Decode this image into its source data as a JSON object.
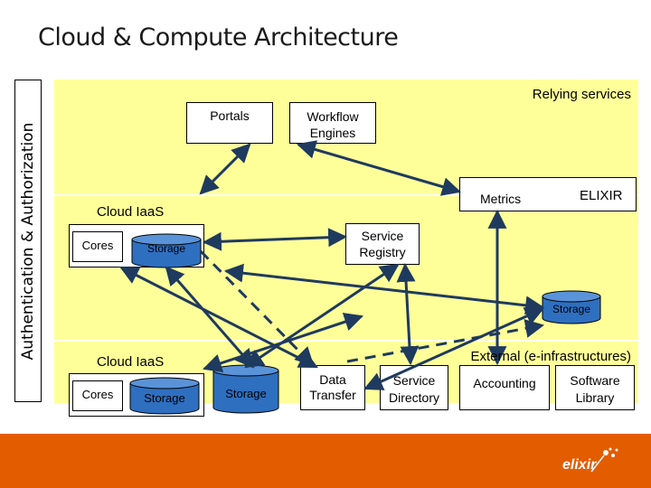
{
  "title": "Cloud & Compute Architecture",
  "side_label": "Authentication & Authorization",
  "relying_services": "Relying services",
  "portals": "Portals",
  "workflow_engines": "Workflow Engines",
  "metrics": "Metrics",
  "elixir": "ELIXIR",
  "cloud_iaas_top": {
    "label": "Cloud IaaS",
    "cores": "Cores",
    "storage": "Storage"
  },
  "service_registry": "Service Registry",
  "elixir_storage": "Storage",
  "cloud_iaas_bottom": {
    "label": "Cloud IaaS",
    "cores": "Cores",
    "storage": "Storage"
  },
  "external_storage": "Storage",
  "data_transfer": "Data Transfer",
  "external_infra": "External (e-infrastructures)",
  "service_directory": "Service Directory",
  "accounting": "Accounting",
  "software_library": "Software Library",
  "logo_text": "elixir",
  "colors": {
    "panel": "#ffff99",
    "arrow": "#1f3a5f",
    "footer": "#e35c00",
    "storage": "#2e6fc0"
  }
}
